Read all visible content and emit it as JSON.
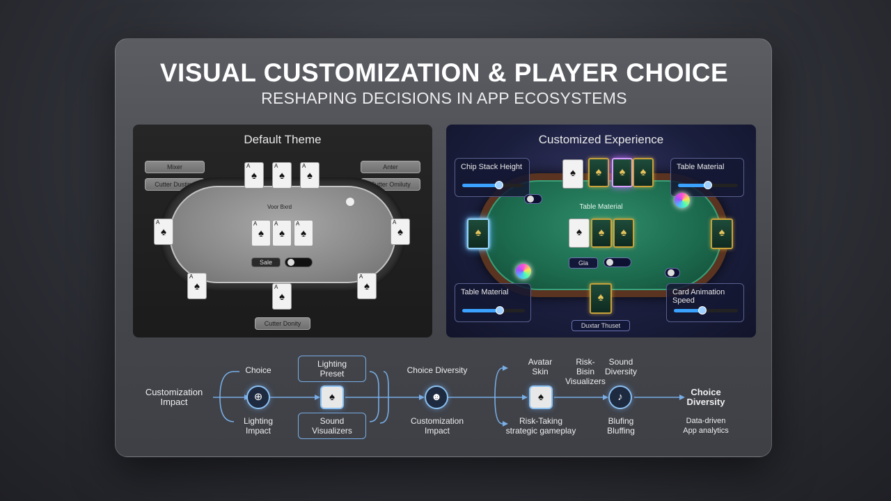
{
  "header": {
    "title": "VISUAL CUSTOMIZATION & PLAYER CHOICE",
    "subtitle": "RESHAPING DECISIONS IN APP ECOSYSTEMS"
  },
  "default_theme": {
    "title": "Default Theme",
    "labels": {
      "top_left_1": "Mixer",
      "top_left_2": "Cutter Dusting",
      "top_right_1": "Anter",
      "top_right_2": "Cutter Omiluty",
      "center": "Voor Bxrd",
      "toggle_label": "Sale",
      "bottom": "Cutter Donity"
    },
    "card_rank": "A",
    "card_suit": "♠"
  },
  "custom_theme": {
    "title": "Customized Experience",
    "widgets": {
      "top_left": {
        "label": "Chip Stack Height",
        "value": 0.6
      },
      "top_right": {
        "label": "Table Material",
        "value": 0.5
      },
      "bottom_left": {
        "label": "Table Material",
        "value": 0.6
      },
      "bottom_right": {
        "label": "Card Animation Speed",
        "value": 0.45
      }
    },
    "center_label": "Table Material",
    "toggle_label": "Gla",
    "bottom_pill": "Duxtar Thuset",
    "card_suit": "♠"
  },
  "flow": {
    "start": "Customization\nImpact",
    "choice": "Choice",
    "lighting_impact": "Lighting\nImpact",
    "lighting_preset": "Lighting\nPreset",
    "sound_visualizers": "Sound\nVisualizers",
    "choice_diversity_mid": "Choice Diversity",
    "customization_impact_mid": "Customization\nImpact",
    "avatar_skin": "Avatar\nSkin",
    "risk_bias": "Risk-\nBisin\nVisualizers",
    "sound_diversity": "Sound\nDiversity",
    "risk_taking": "Risk-Taking\nstrategic gameplay",
    "bluffing": "Blufing\nBluffing",
    "end_title": "Choice\nDiversity",
    "end_sub": "Data-driven\nApp analytics"
  },
  "icons": {
    "globe": "globe-icon",
    "card": "playing-card-icon",
    "user": "user-icon",
    "sound": "sound-icon"
  },
  "colors": {
    "accent": "#79aee6",
    "felt_green": "#1c6a4e",
    "gold": "#c9a23a"
  }
}
